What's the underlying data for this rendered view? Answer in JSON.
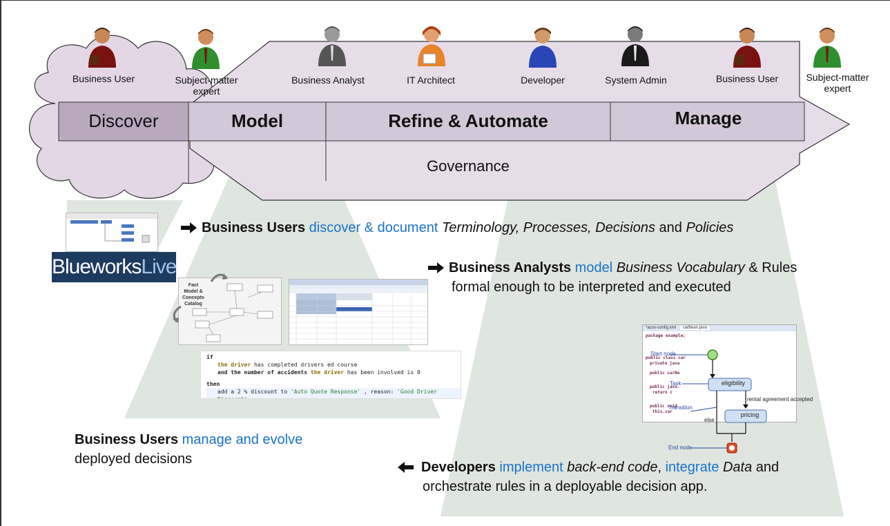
{
  "roles": {
    "business_user_1": "Business User",
    "sme_1": "Subject-matter expert",
    "business_analyst": "Business Analyst",
    "it_architect": "IT Architect",
    "developer": "Developer",
    "system_admin": "System Admin",
    "business_user_2": "Business User",
    "sme_2": "Subject-matter expert"
  },
  "phases": {
    "discover": "Discover",
    "model": "Model",
    "refine": "Refine & Automate",
    "manage": "Manage",
    "governance": "Governance"
  },
  "statements": {
    "s1": {
      "subject": "Business Users",
      "verb": "discover & document",
      "t1": "Terminology, Processes, Decisions",
      "and": "and",
      "t2": "Policies"
    },
    "s2": {
      "subject": "Business Analysts",
      "verb": "model",
      "t1": "Business Vocabulary",
      "rest": "& Rules",
      "line2": "formal enough to be interpreted and executed"
    },
    "s3": {
      "subject": "Business Users",
      "verb": "manage and evolve",
      "line2": "deployed decisions"
    },
    "s4": {
      "subject": "Developers",
      "verb1": "implement",
      "t1": "back-end code",
      "comma": ",",
      "verb2": "integrate",
      "t2": "Data",
      "and": "and",
      "line2": "orchestrate rules in a deployable decision app."
    }
  },
  "logo": {
    "text_a": "Blueworks",
    "text_b": "Live"
  },
  "fact_model": {
    "title": "Fact Model & Concepts Catalog"
  },
  "rule_code": {
    "l1": "if",
    "l2a": "the driver",
    "l2b": " has completed drivers ed course",
    "l3a": "and the number of accidents ",
    "l3b": "the driver",
    "l3c": " has been involved is 0",
    "l4": "then",
    "l5a": "add a 2 % discount to ",
    "l5b": "'Auto Quote Response'",
    "l5c": " , reason: ",
    "l5d": "'Good Driver Discount'",
    "l5e": " ;"
  },
  "ruleflow": {
    "tab1": "*acos-config.xml",
    "tab2": "carBean.java",
    "start_node": "Start node",
    "task": "Task",
    "transition": "Transition",
    "end_node": "End node",
    "eligibility": "eligibility",
    "pricing": "pricing",
    "accepted": "rental agreement accepted",
    "else": "else",
    "code_package": "package example;",
    "code_class": "public class car",
    "code_private": "private java",
    "code_public1": "public carBe",
    "code_public2": "public java.",
    "code_return": "return c",
    "code_public3": "public void",
    "code_this": "this.car"
  },
  "colors": {
    "cloud_fill": "#e3d7e6",
    "arrow_fill": "#e6dde9",
    "discover_band": "#b9a9bf",
    "band": "#d3c8d7",
    "beam": "#dfe5df",
    "text_blue": "#1a73c9"
  },
  "icons": [
    "person-businessman-icon",
    "person-green-shirt-icon",
    "person-gray-icon",
    "person-orange-writing-icon",
    "person-blue-icon",
    "person-black-icon",
    "arrow-right-icon",
    "arrow-left-icon"
  ]
}
